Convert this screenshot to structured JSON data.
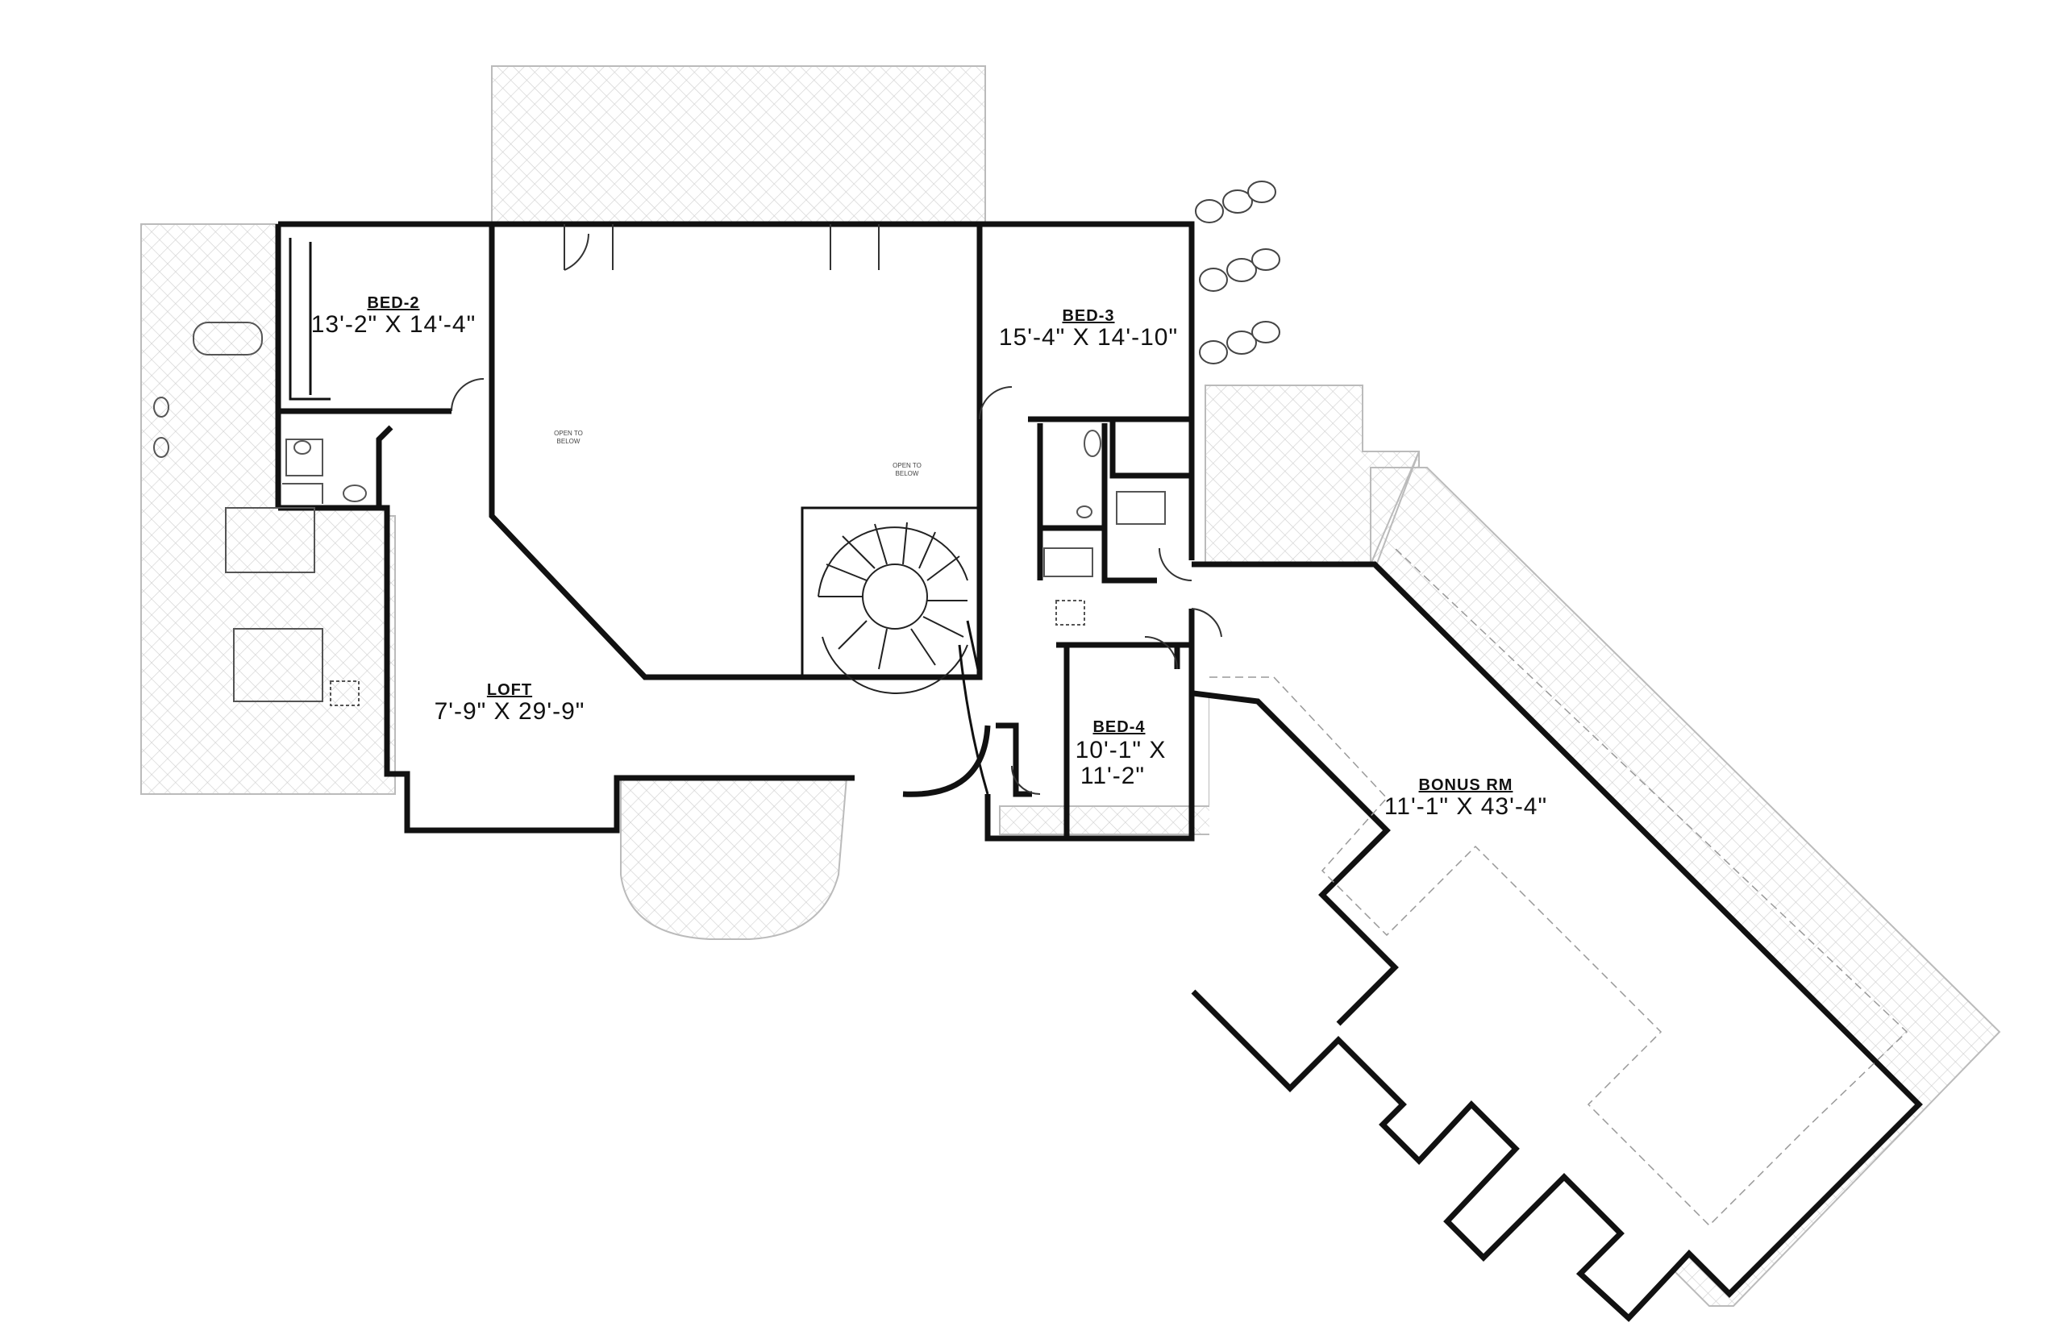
{
  "rooms": {
    "bed2": {
      "name": "BED-2",
      "dims": "13'-2\" X 14'-4\""
    },
    "bed3": {
      "name": "BED-3",
      "dims": "15'-4\" X 14'-10\""
    },
    "bed4": {
      "name": "BED-4",
      "dims_line1": "10'-1\" X",
      "dims_line2": "11'-2\""
    },
    "loft": {
      "name": "LOFT",
      "dims": "7'-9\" X 29'-9\""
    },
    "bonus": {
      "name": "BONUS RM",
      "dims": "11'-1\" X 43'-4\""
    }
  },
  "notes": {
    "open1_line1": "OPEN TO",
    "open1_line2": "BELOW",
    "open2_line1": "OPEN TO",
    "open2_line2": "BELOW"
  }
}
